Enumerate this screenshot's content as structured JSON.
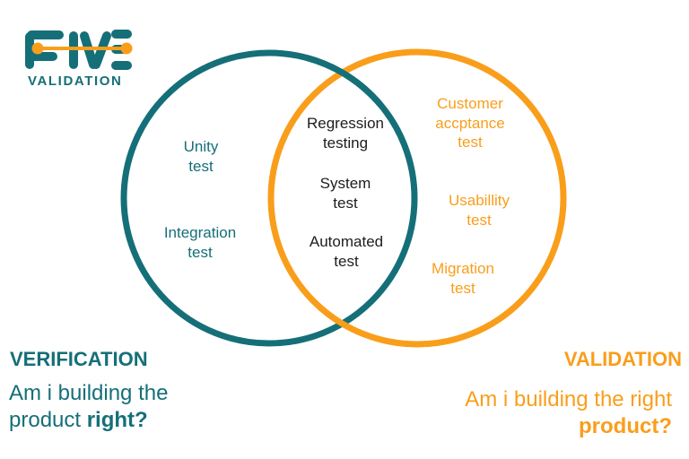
{
  "logo": {
    "brand": "FIVE",
    "subtitle": "VALIDATION"
  },
  "colors": {
    "teal": "#156f78",
    "orange": "#f99e1b",
    "dark": "#1d1d1b"
  },
  "venn": {
    "left": {
      "items": [
        "Unity\ntest",
        "Integration\ntest"
      ]
    },
    "overlap": {
      "items": [
        "Regression\ntesting",
        "System\ntest",
        "Automated\ntest"
      ]
    },
    "right": {
      "items": [
        "Customer\naccptance\ntest",
        "Usabillity\ntest",
        "Migration\ntest"
      ]
    }
  },
  "verification": {
    "title": "VERIFICATION",
    "question_start": "Am i building the\nproduct ",
    "question_bold": "right?"
  },
  "validation": {
    "title": "VALIDATION",
    "question_start": "Am i building the right\n",
    "question_bold": "product?"
  }
}
